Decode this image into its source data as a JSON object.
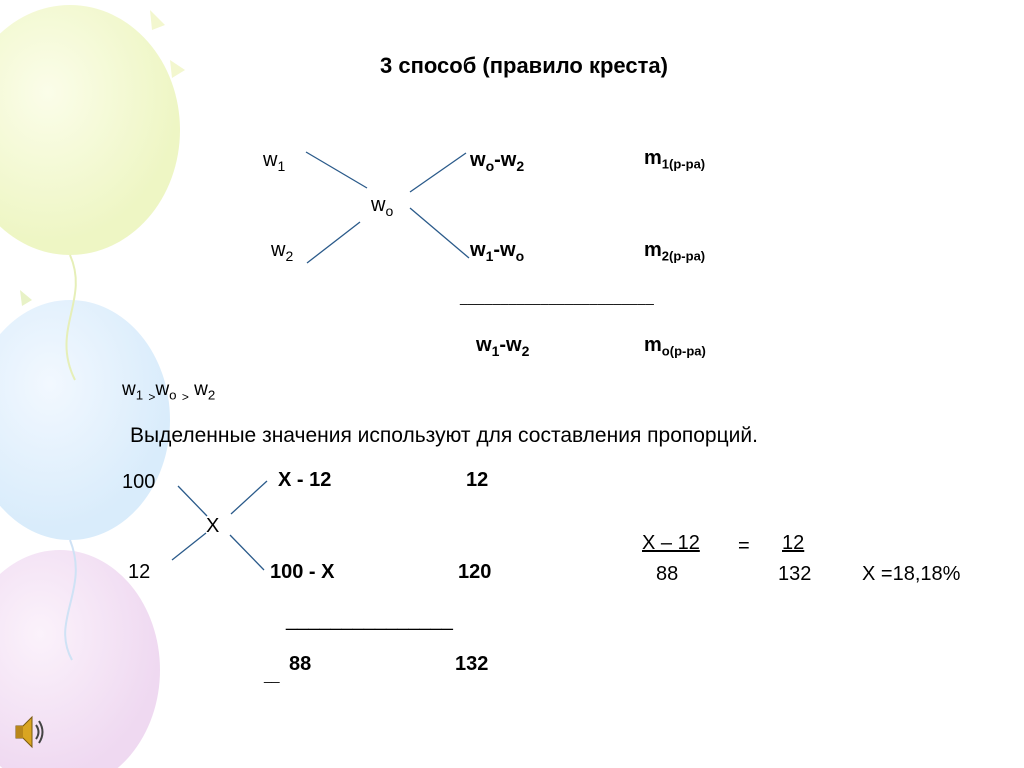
{
  "title": "3 способ (правило креста)",
  "cross1": {
    "w1": "w",
    "w1_sub": "1",
    "w2": "w",
    "w2_sub": "2",
    "wo": "w",
    "wo_sub": "o",
    "diff_top": {
      "a": "w",
      "a_sub": "o",
      "op": "-",
      "b": "w",
      "b_sub": "2"
    },
    "diff_bottom": {
      "a": "w",
      "a_sub": "1",
      "op": "-",
      "b": "w",
      "b_sub": "o"
    },
    "m1": "m",
    "m1_sub": "1(р-ра)",
    "m2": "m",
    "m2_sub": "2(р-ра)",
    "sum_rule": "________________________",
    "total": {
      "a": "w",
      "a_sub": "1",
      "op": "-",
      "b": "w",
      "b_sub": "2"
    },
    "mo": "m",
    "mo_sub": "o(р-ра)"
  },
  "inequality": {
    "a": "w",
    "a_sub": "1",
    "gt1": ">",
    "b": "w",
    "b_sub": "o",
    "gt2": ">",
    "c": "w",
    "c_sub": "2"
  },
  "sentence": "Выделенные значения используют для составления пропорций.",
  "cross2": {
    "left_top": "100",
    "left_bottom": "12",
    "center": "Х",
    "diff_top": "Х - 12",
    "diff_bottom": "100 - Х",
    "right_top": "12",
    "right_bottom": "120",
    "rule": "_______________",
    "dash": "__",
    "total_left": "88",
    "total_right": "132"
  },
  "proportion": {
    "num_left": "Х – 12",
    "eq": "=",
    "num_right": "12",
    "den_left": "88",
    "den_right": "132",
    "result": "Х  =18,18%"
  },
  "icons": {
    "sound": "speaker-icon"
  }
}
